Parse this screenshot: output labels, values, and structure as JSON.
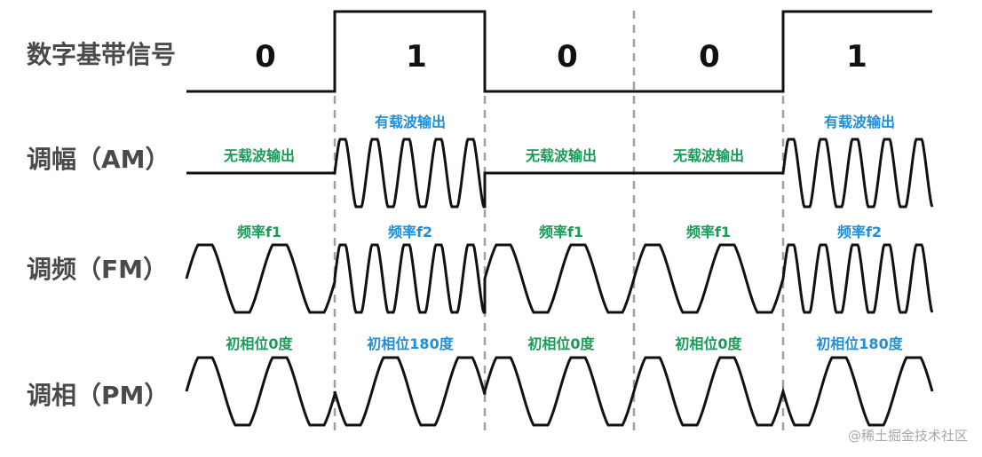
{
  "labels": {
    "digital": "数字基带信号",
    "am": "调幅（AM）",
    "fm": "调频（FM）",
    "pm": "调相（PM）"
  },
  "bits": [
    "0",
    "1",
    "0",
    "0",
    "1"
  ],
  "am_annotations": [
    {
      "text": "无载波输出",
      "color": "green"
    },
    {
      "text": "有载波输出",
      "color": "blue"
    },
    {
      "text": "无载波输出",
      "color": "green"
    },
    {
      "text": "无载波输出",
      "color": "green"
    },
    {
      "text": "有载波输出",
      "color": "blue"
    }
  ],
  "fm_annotations": [
    {
      "text": "频率f1",
      "color": "green"
    },
    {
      "text": "频率f2",
      "color": "blue"
    },
    {
      "text": "频率f1",
      "color": "green"
    },
    {
      "text": "频率f1",
      "color": "green"
    },
    {
      "text": "频率f2",
      "color": "blue"
    }
  ],
  "pm_annotations": [
    {
      "text": "初相位0度",
      "color": "green"
    },
    {
      "text": "初相位180度",
      "color": "blue"
    },
    {
      "text": "初相位0度",
      "color": "green"
    },
    {
      "text": "初相位0度",
      "color": "green"
    },
    {
      "text": "初相位180度",
      "color": "blue"
    }
  ],
  "colors": {
    "green": "#1a9b57",
    "blue": "#1e8fd8",
    "line": "#111111",
    "divider": "#a0a0a0"
  },
  "watermark": "@稀土掘金技术社区"
}
